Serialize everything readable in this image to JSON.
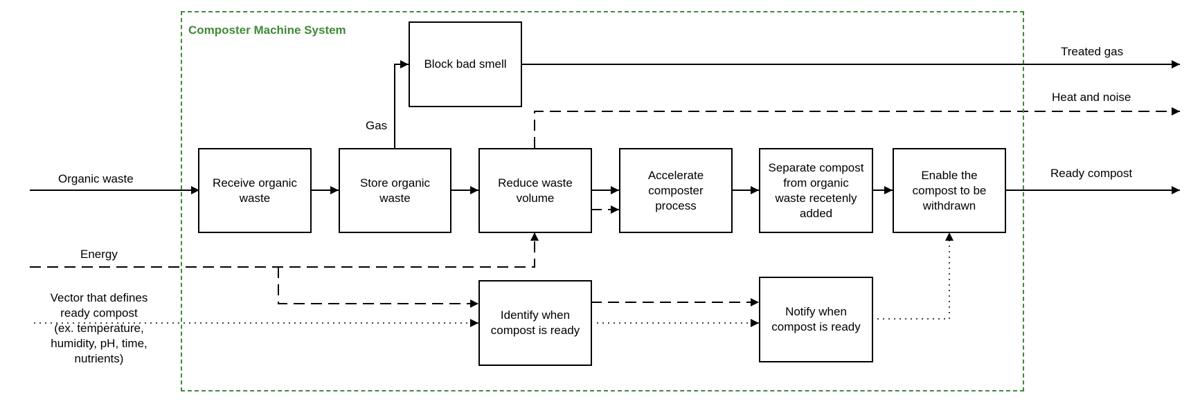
{
  "system": {
    "title": "Composter Machine System",
    "border_color": "#3f8a38"
  },
  "boxes": {
    "receive": "Receive organic\nwaste",
    "store": "Store organic\nwaste",
    "reduce": "Reduce waste\nvolume",
    "accelerate": "Accelerate\ncomposter\nprocess",
    "separate": "Separate compost\nfrom organic\nwaste recetenly\nadded",
    "enable": "Enable the\ncompost to be\nwithdrawn",
    "block": "Block bad smell",
    "identify": "Identify when\ncompost is ready",
    "notify": "Notify when\ncompost is ready"
  },
  "labels": {
    "organic_waste": "Organic waste",
    "energy": "Energy",
    "vector": "Vector that defines\nready compost\n(ex. temperature,\nhumidity, pH, time,\nnutrients)",
    "gas": "Gas",
    "treated_gas": "Treated gas",
    "heat_noise": "Heat and noise",
    "ready_compost": "Ready compost"
  }
}
